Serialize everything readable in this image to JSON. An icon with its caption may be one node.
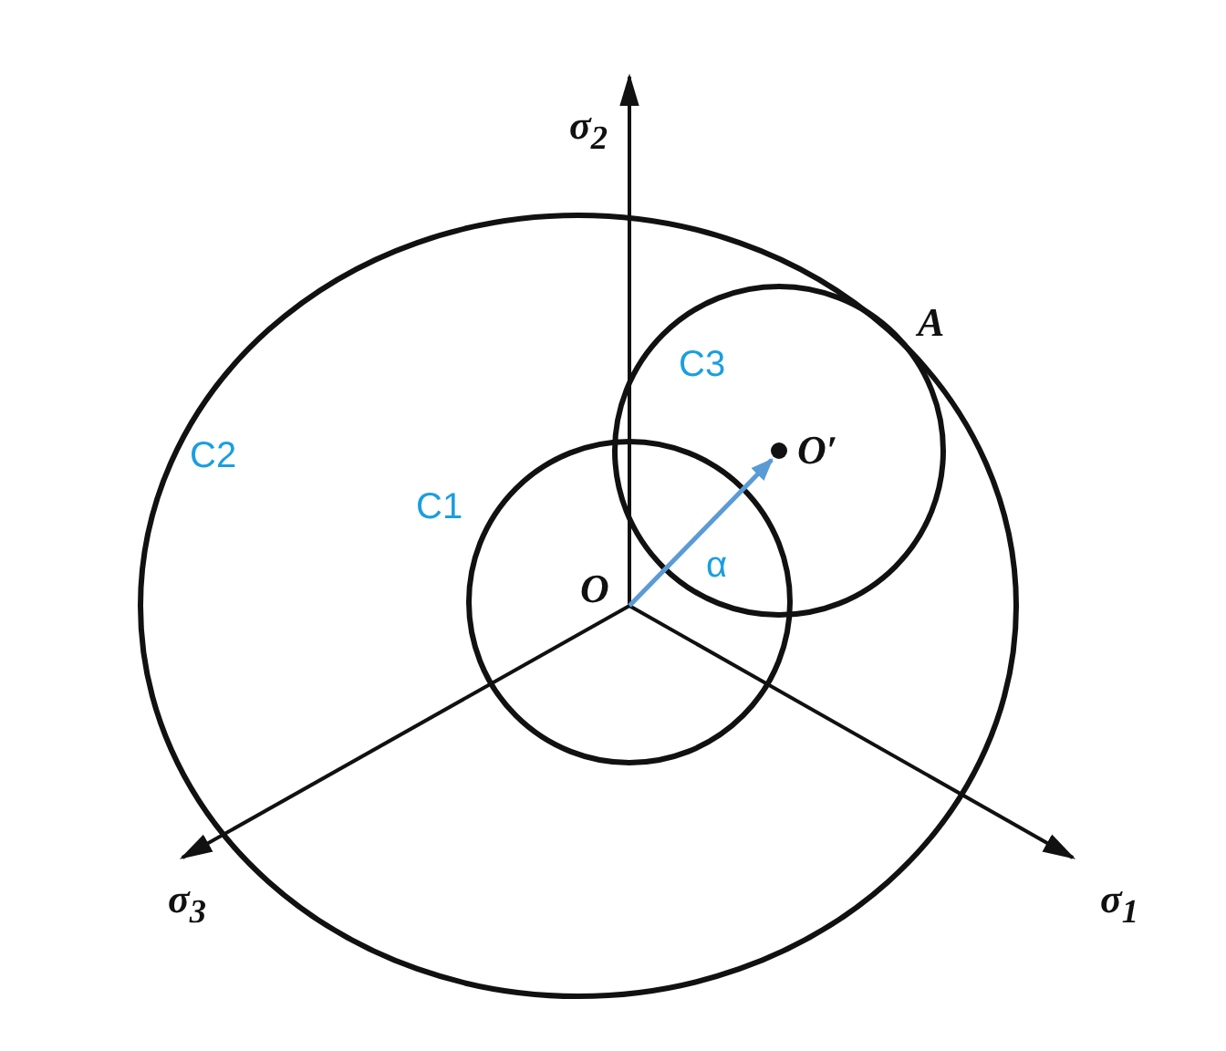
{
  "diagram": {
    "labels": [
      "σ$_{2}$",
      "A",
      "C3",
      "C2",
      "O′",
      "C1",
      "O",
      "α",
      "σ$_{3}$",
      "σ$_{1}$"
    ]
  }
}
